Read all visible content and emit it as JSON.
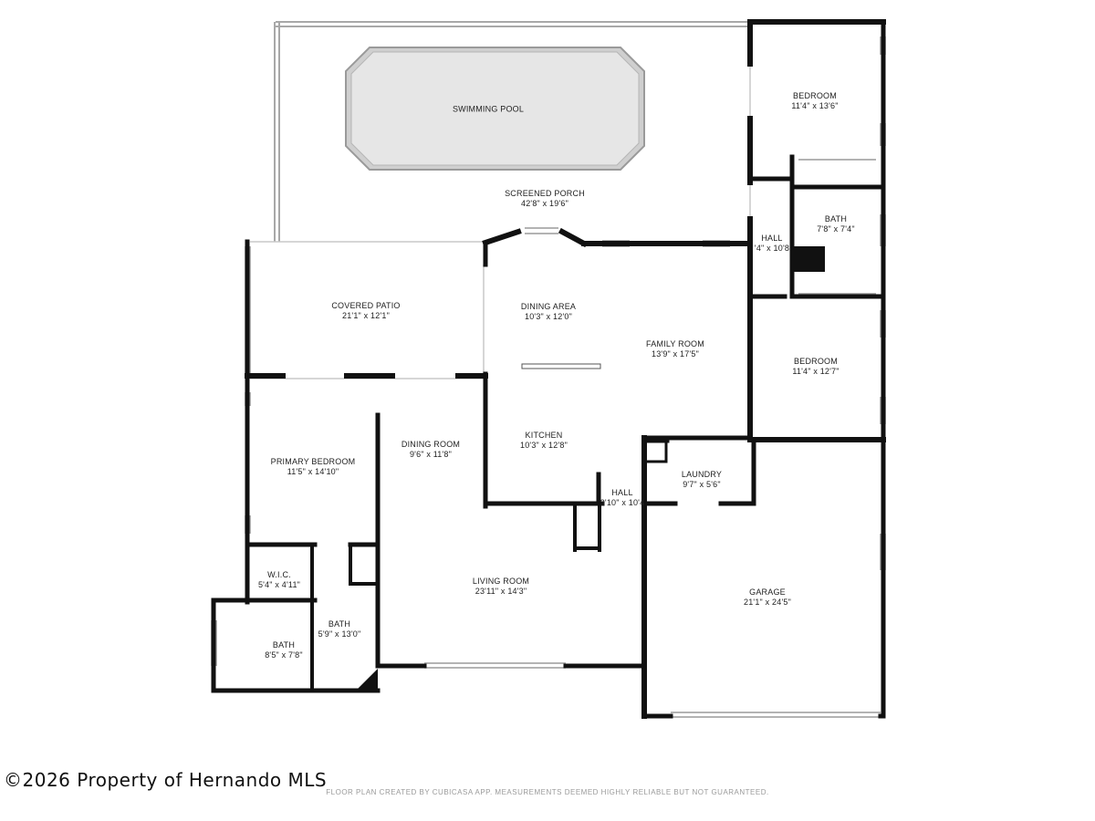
{
  "rooms": {
    "swimming_pool": {
      "name": "SWIMMING POOL",
      "dims": ""
    },
    "screened_porch": {
      "name": "SCREENED PORCH",
      "dims": "42'8\" x 19'6\""
    },
    "bedroom_1": {
      "name": "BEDROOM",
      "dims": "11'4\" x 13'6\""
    },
    "bath_1": {
      "name": "BATH",
      "dims": "7'8\" x 7'4\""
    },
    "hall_1": {
      "name": "HALL",
      "dims": "'4\" x 10'8"
    },
    "covered_patio": {
      "name": "COVERED PATIO",
      "dims": "21'1\" x 12'1\""
    },
    "dining_area": {
      "name": "DINING AREA",
      "dims": "10'3\" x 12'0\""
    },
    "family_room": {
      "name": "FAMILY ROOM",
      "dims": "13'9\" x 17'5\""
    },
    "bedroom_2": {
      "name": "BEDROOM",
      "dims": "11'4\" x 12'7\""
    },
    "kitchen": {
      "name": "KITCHEN",
      "dims": "10'3\" x 12'8\""
    },
    "dining_room": {
      "name": "DINING ROOM",
      "dims": "9'6\" x 11'8\""
    },
    "primary_bedroom": {
      "name": "PRIMARY BEDROOM",
      "dims": "11'5\" x 14'10\""
    },
    "laundry": {
      "name": "LAUNDRY",
      "dims": "9'7\" x 5'6\""
    },
    "hall_2": {
      "name": "HALL",
      "dims": "3'10\" x 10'4"
    },
    "wic": {
      "name": "W.I.C.",
      "dims": "5'4\" x 4'11\""
    },
    "living_room": {
      "name": "LIVING ROOM",
      "dims": "23'11\" x 14'3\""
    },
    "garage": {
      "name": "GARAGE",
      "dims": "21'1\" x 24'5\""
    },
    "bath_2": {
      "name": "BATH",
      "dims": "5'9\" x 13'0\""
    },
    "bath_3": {
      "name": "BATH",
      "dims": "8'5\" x 7'8\""
    }
  },
  "watermark": "©2026 Property of Hernando MLS",
  "disclaimer": "FLOOR PLAN CREATED BY CUBICASA APP. MEASUREMENTS DEEMED HIGHLY RELIABLE BUT NOT GUARANTEED.",
  "colors": {
    "wall": "#111111",
    "pool_fill": "#e8e8e8",
    "pool_stroke": "#9a9a9a",
    "window": "#9a9a9a",
    "text": "#222222"
  }
}
